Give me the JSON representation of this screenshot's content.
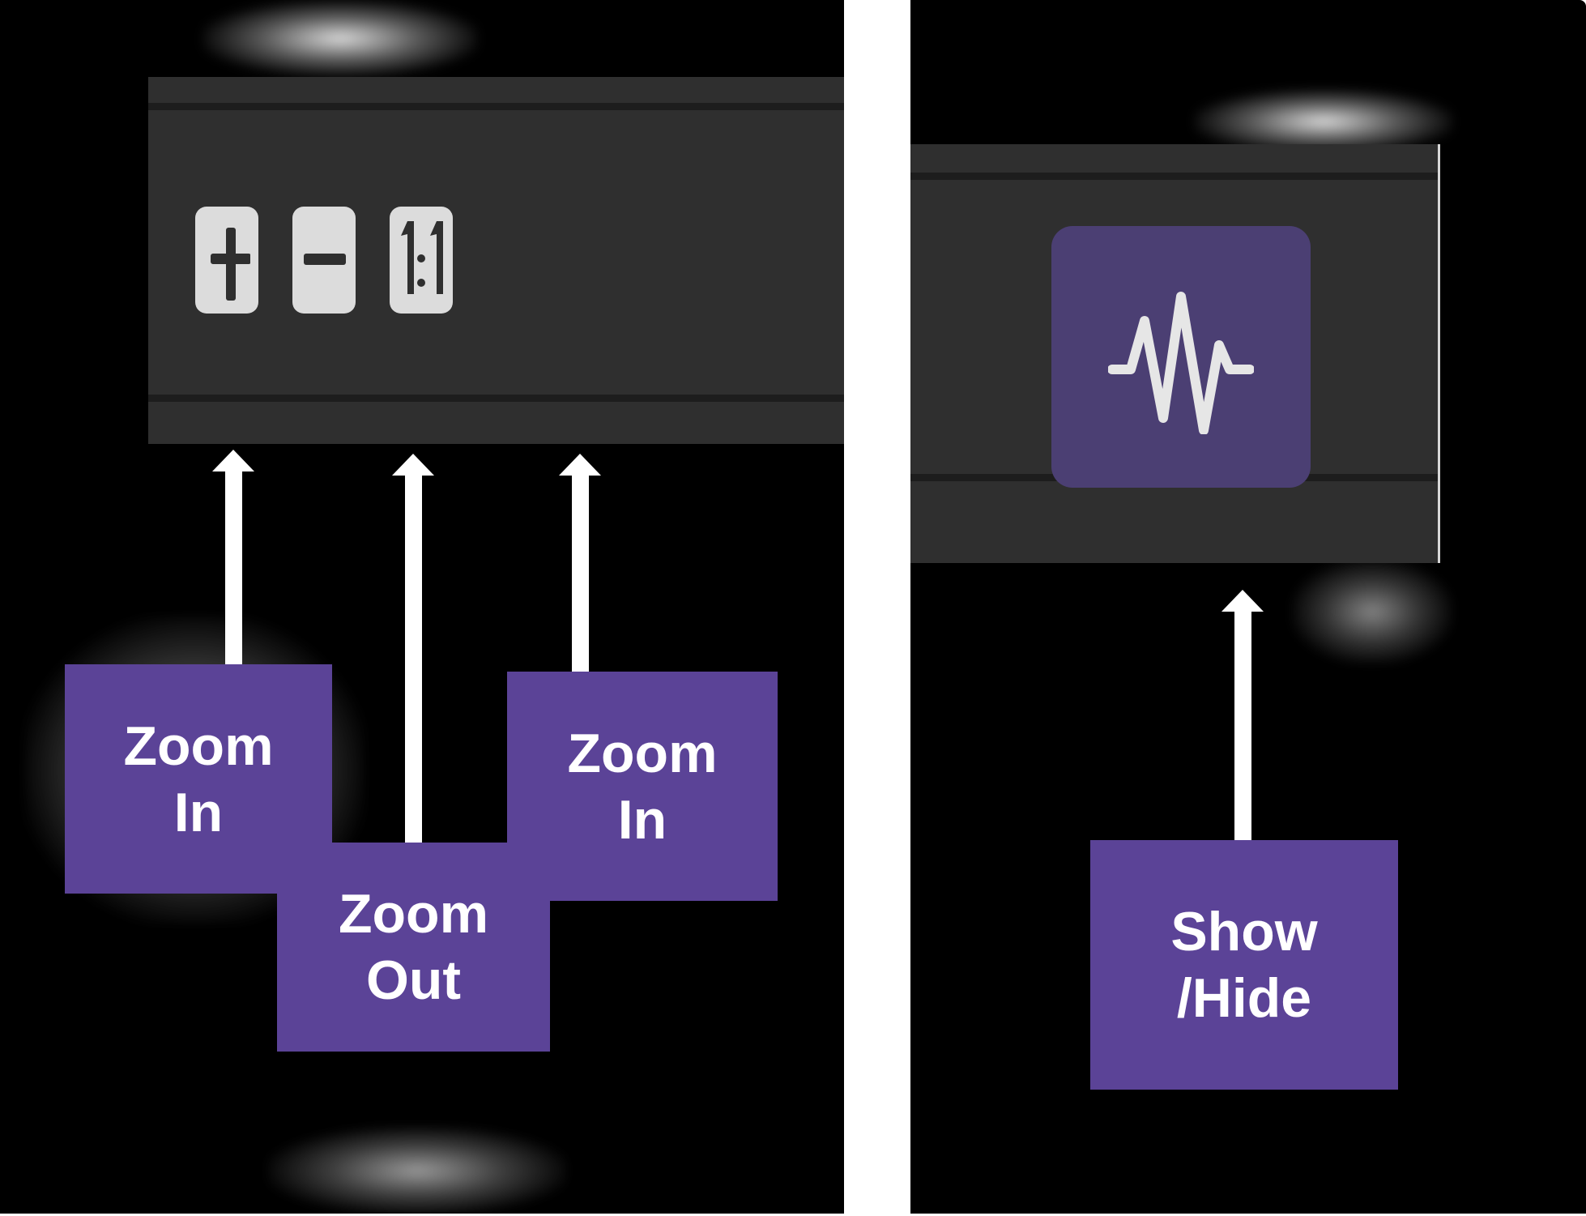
{
  "figure": {
    "left_panel": {
      "toolbar": {
        "buttons": [
          {
            "id": "zoom-in",
            "icon": "plus-icon",
            "glyph": "+"
          },
          {
            "id": "zoom-out",
            "icon": "minus-icon",
            "glyph": "−"
          },
          {
            "id": "actual-size",
            "icon": "one-to-one-icon",
            "glyph": "1:1"
          }
        ]
      },
      "callouts": [
        {
          "line1": "Zoom",
          "line2": "In"
        },
        {
          "line1": "Zoom",
          "line2": "Out"
        },
        {
          "line1": "Zoom",
          "line2": "In"
        }
      ]
    },
    "right_panel": {
      "toolbar": {
        "buttons": [
          {
            "id": "show-hide",
            "icon": "waveform-icon"
          }
        ]
      },
      "callouts": [
        {
          "line1": "Show",
          "line2": "/Hide"
        }
      ]
    }
  },
  "colors": {
    "toolbar_bg": "#2f2f2f",
    "button_bg": "#dcdcdc",
    "accent_button_bg": "#4b3f73",
    "callout_bg": "#5b4397",
    "callout_text": "#ffffff"
  }
}
